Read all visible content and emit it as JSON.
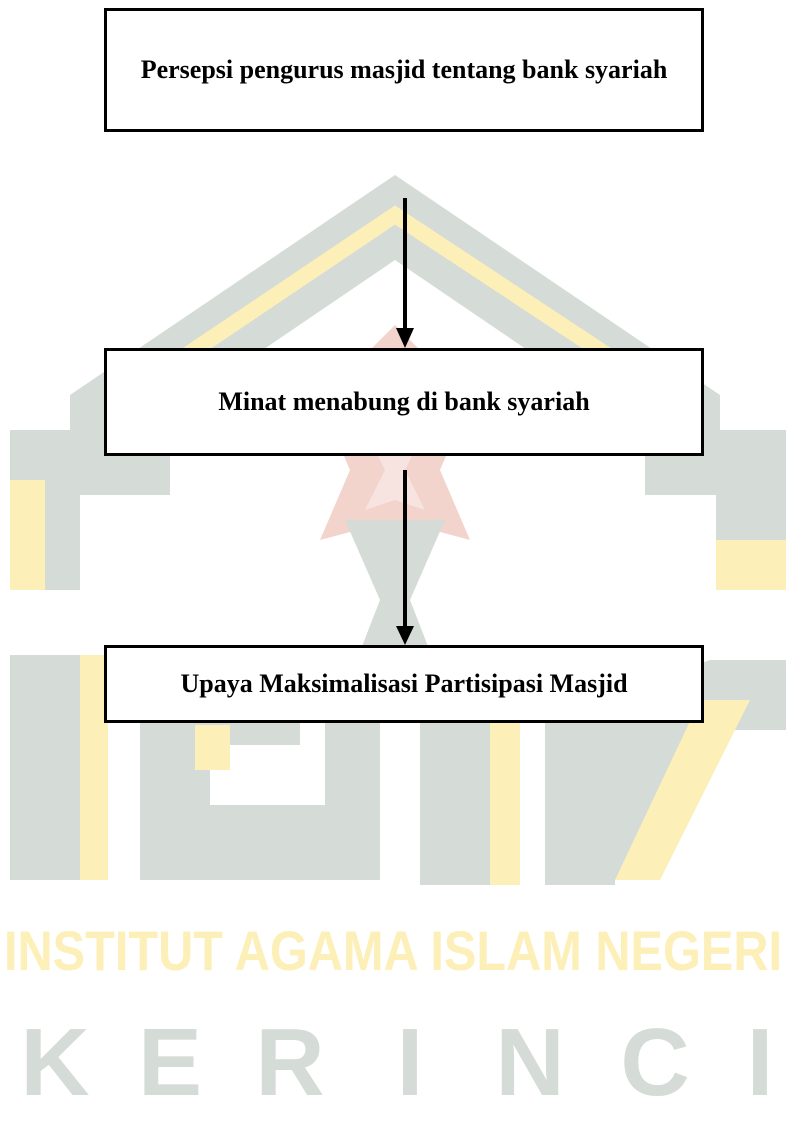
{
  "watermark": {
    "line1": "INSTITUT AGAMA ISLAM NEGERI",
    "letters": [
      "K",
      "E",
      "R",
      "I",
      "N",
      "C",
      "I"
    ],
    "colors": {
      "gray": "#d5dbd6",
      "gold": "#fcefb8",
      "red": "#f2d4cc"
    }
  },
  "flow": {
    "nodes": [
      {
        "id": "n1",
        "text": "Persepsi pengurus masjid tentang bank syariah"
      },
      {
        "id": "n2",
        "text": "Minat menabung di bank syariah"
      },
      {
        "id": "n3",
        "text": "Upaya Maksimalisasi Partisipasi Masjid"
      }
    ],
    "edges": [
      {
        "from": "n1",
        "to": "n2"
      },
      {
        "from": "n2",
        "to": "n3"
      }
    ]
  }
}
